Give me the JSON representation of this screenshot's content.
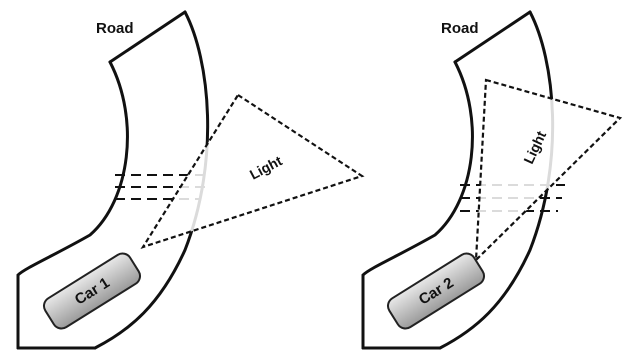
{
  "panels": [
    {
      "road_label": "Road",
      "light_label": "Light",
      "car_label": "Car 1"
    },
    {
      "road_label": "Road",
      "light_label": "Light",
      "car_label": "Car 2"
    }
  ],
  "colors": {
    "stroke": "#111111",
    "car_fill_light": "#e8e8e8",
    "car_fill_dark": "#9a9a9a",
    "background": "#ffffff"
  }
}
